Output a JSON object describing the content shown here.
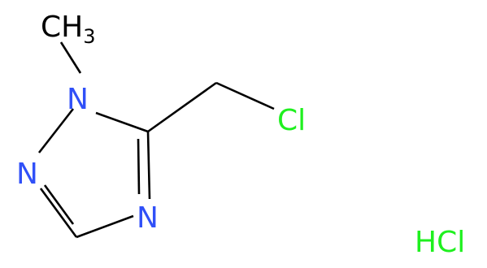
{
  "structure": {
    "atoms": {
      "methyl": {
        "main": "CH",
        "subscript": "3"
      },
      "n1": "N",
      "n2": "N",
      "n4": "N",
      "chlorine": "Cl"
    },
    "counterion": "HCl",
    "colors": {
      "bond": "#000000",
      "nitrogen": "#3050f8",
      "chlorine": "#1ff01f",
      "carbon": "#000000"
    }
  }
}
